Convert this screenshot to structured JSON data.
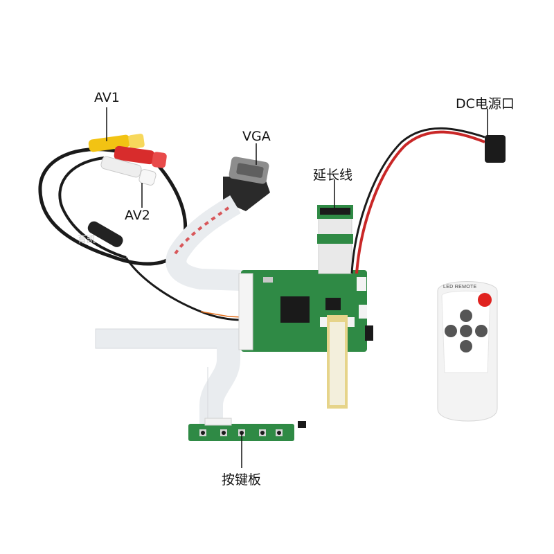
{
  "labels": {
    "av1": "AV1",
    "av2": "AV2",
    "vga": "VGA",
    "extension_cable": "延长线",
    "dc_power": "DC电源口",
    "keypad": "按键板"
  },
  "remote": {
    "brand_text": "LED REMOTE",
    "power_button_color": "#e0221f"
  },
  "watermark": "育凯",
  "colors": {
    "pcb_green": "#2f8a45",
    "ribbon_white": "#e9ecef",
    "ribbon_red_stripe": "#d8575a",
    "rca_yellow": "#f2c313",
    "rca_red": "#d82c2c",
    "rca_white": "#f2f2f2",
    "ffc_yellow": "#e6d48a",
    "remote_body": "#f3f3f3"
  }
}
